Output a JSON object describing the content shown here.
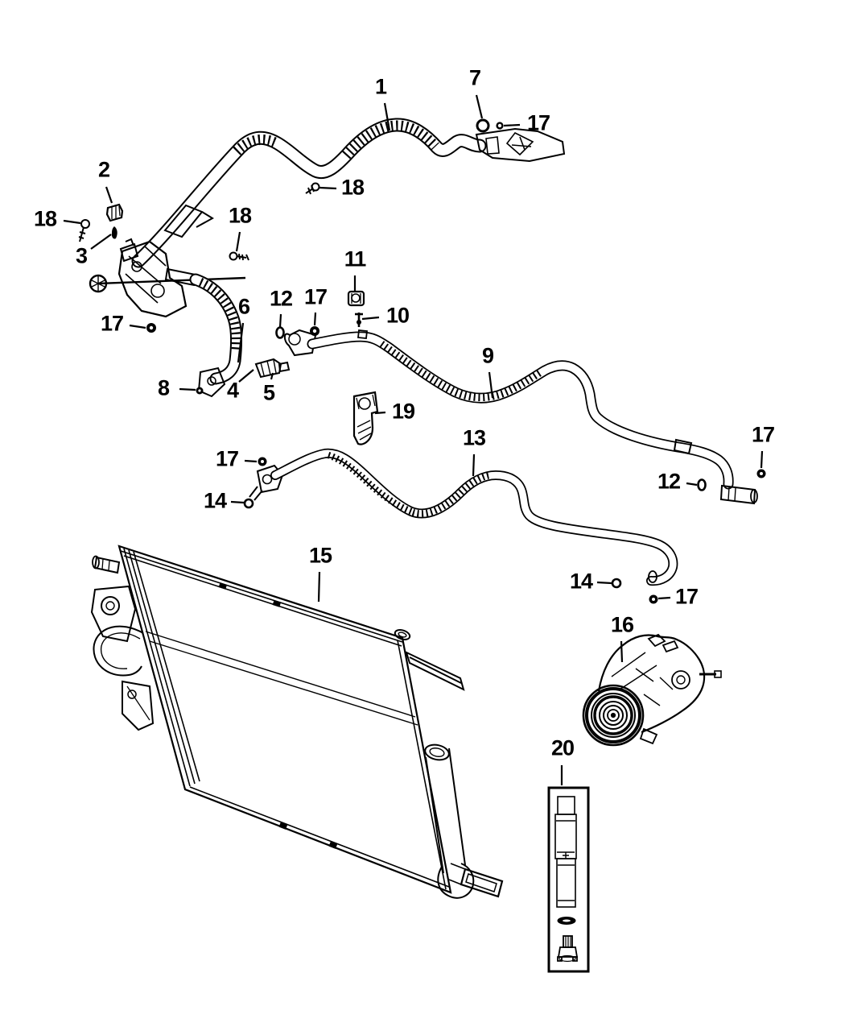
{
  "page": {
    "background_color": "#ffffff",
    "line_color": "#000000",
    "description_visible_text_only": true
  },
  "callouts": [
    {
      "label": "1"
    },
    {
      "label": "7"
    },
    {
      "label": "17"
    },
    {
      "label": "18"
    },
    {
      "label": "2"
    },
    {
      "label": "18"
    },
    {
      "label": "3"
    },
    {
      "label": "18"
    },
    {
      "label": "17"
    },
    {
      "label": "6"
    },
    {
      "label": "12"
    },
    {
      "label": "17"
    },
    {
      "label": "11"
    },
    {
      "label": "10"
    },
    {
      "label": "8"
    },
    {
      "label": "4"
    },
    {
      "label": "5"
    },
    {
      "label": "9"
    },
    {
      "label": "19"
    },
    {
      "label": "13"
    },
    {
      "label": "17"
    },
    {
      "label": "14"
    },
    {
      "label": "12"
    },
    {
      "label": "17"
    },
    {
      "label": "15"
    },
    {
      "label": "14"
    },
    {
      "label": "17"
    },
    {
      "label": "16"
    },
    {
      "label": "20"
    }
  ]
}
